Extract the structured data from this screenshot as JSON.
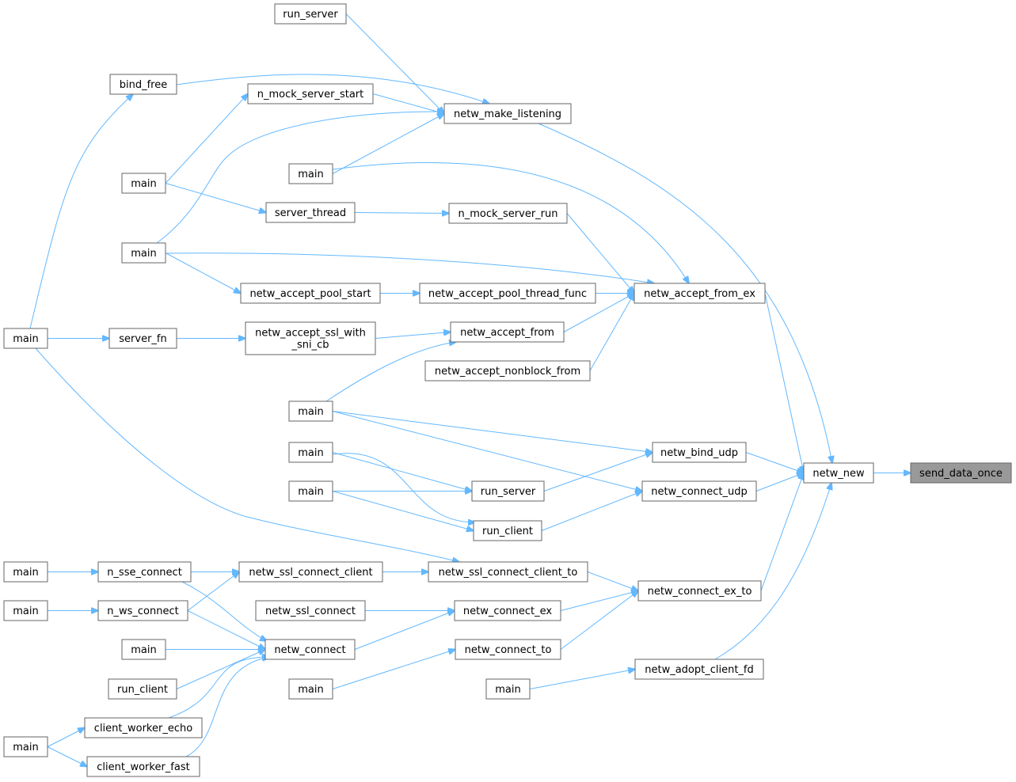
{
  "diagram": {
    "focus_function": "send_data_once",
    "nodes": [
      {
        "id": "send_data_once",
        "lines": [
          "send_data_once"
        ],
        "focus": true
      },
      {
        "id": "netw_new",
        "lines": [
          "netw_new"
        ]
      },
      {
        "id": "netw_make_listening",
        "lines": [
          "netw_make_listening"
        ]
      },
      {
        "id": "netw_accept_from_ex",
        "lines": [
          "netw_accept_from_ex"
        ]
      },
      {
        "id": "netw_bind_udp",
        "lines": [
          "netw_bind_udp"
        ]
      },
      {
        "id": "netw_connect_udp",
        "lines": [
          "netw_connect_udp"
        ]
      },
      {
        "id": "netw_connect_ex_to",
        "lines": [
          "netw_connect_ex_to"
        ]
      },
      {
        "id": "netw_adopt_client_fd",
        "lines": [
          "netw_adopt_client_fd"
        ]
      },
      {
        "id": "run_server_top",
        "lines": [
          "run_server"
        ]
      },
      {
        "id": "n_mock_server_start",
        "lines": [
          "n_mock_server_start"
        ]
      },
      {
        "id": "main_r1",
        "lines": [
          "main"
        ]
      },
      {
        "id": "server_thread",
        "lines": [
          "server_thread"
        ]
      },
      {
        "id": "n_mock_server_run",
        "lines": [
          "n_mock_server_run"
        ]
      },
      {
        "id": "netw_accept_pool_start",
        "lines": [
          "netw_accept_pool_start"
        ]
      },
      {
        "id": "netw_accept_pool_thread_func",
        "lines": [
          "netw_accept_pool_thread_func"
        ]
      },
      {
        "id": "netw_accept_ssl_with_sni_cb",
        "lines": [
          "netw_accept_ssl_with",
          "_sni_cb"
        ]
      },
      {
        "id": "netw_accept_from",
        "lines": [
          "netw_accept_from"
        ]
      },
      {
        "id": "netw_accept_nonblock_from",
        "lines": [
          "netw_accept_nonblock_from"
        ]
      },
      {
        "id": "main_r2",
        "lines": [
          "main"
        ]
      },
      {
        "id": "main_r3",
        "lines": [
          "main"
        ]
      },
      {
        "id": "main_r4",
        "lines": [
          "main"
        ]
      },
      {
        "id": "run_server_mid",
        "lines": [
          "run_server"
        ]
      },
      {
        "id": "run_client_mid",
        "lines": [
          "run_client"
        ]
      },
      {
        "id": "netw_ssl_connect_client_to",
        "lines": [
          "netw_ssl_connect_client_to"
        ]
      },
      {
        "id": "netw_ssl_connect_client",
        "lines": [
          "netw_ssl_connect_client"
        ]
      },
      {
        "id": "netw_ssl_connect",
        "lines": [
          "netw_ssl_connect"
        ]
      },
      {
        "id": "netw_connect_ex",
        "lines": [
          "netw_connect_ex"
        ]
      },
      {
        "id": "netw_connect",
        "lines": [
          "netw_connect"
        ]
      },
      {
        "id": "netw_connect_to",
        "lines": [
          "netw_connect_to"
        ]
      },
      {
        "id": "main_r5",
        "lines": [
          "main"
        ]
      },
      {
        "id": "main_r6",
        "lines": [
          "main"
        ]
      },
      {
        "id": "bind_free",
        "lines": [
          "bind_free"
        ]
      },
      {
        "id": "main_l1",
        "lines": [
          "main"
        ]
      },
      {
        "id": "main_l2",
        "lines": [
          "main"
        ]
      },
      {
        "id": "main_l3",
        "lines": [
          "main"
        ]
      },
      {
        "id": "server_fn",
        "lines": [
          "server_fn"
        ]
      },
      {
        "id": "main_l4",
        "lines": [
          "main"
        ]
      },
      {
        "id": "main_l5",
        "lines": [
          "main"
        ]
      },
      {
        "id": "n_sse_connect",
        "lines": [
          "n_sse_connect"
        ]
      },
      {
        "id": "n_ws_connect",
        "lines": [
          "n_ws_connect"
        ]
      },
      {
        "id": "main_l6",
        "lines": [
          "main"
        ]
      },
      {
        "id": "run_client_left",
        "lines": [
          "run_client"
        ]
      },
      {
        "id": "client_worker_echo",
        "lines": [
          "client_worker_echo"
        ]
      },
      {
        "id": "client_worker_fast",
        "lines": [
          "client_worker_fast"
        ]
      },
      {
        "id": "main_l7",
        "lines": [
          "main"
        ]
      }
    ],
    "edges": [
      [
        "netw_new",
        "send_data_once"
      ],
      [
        "netw_make_listening",
        "netw_new"
      ],
      [
        "netw_accept_from_ex",
        "netw_new"
      ],
      [
        "netw_bind_udp",
        "netw_new"
      ],
      [
        "netw_connect_udp",
        "netw_new"
      ],
      [
        "netw_connect_ex_to",
        "netw_new"
      ],
      [
        "netw_adopt_client_fd",
        "netw_new"
      ],
      [
        "run_server_top",
        "netw_make_listening"
      ],
      [
        "bind_free",
        "netw_make_listening"
      ],
      [
        "n_mock_server_start",
        "netw_make_listening"
      ],
      [
        "main_l2",
        "netw_make_listening"
      ],
      [
        "main_r1",
        "netw_make_listening"
      ],
      [
        "main_r1",
        "netw_accept_from_ex"
      ],
      [
        "n_mock_server_run",
        "netw_accept_from_ex"
      ],
      [
        "main_l2",
        "netw_accept_from_ex"
      ],
      [
        "netw_accept_pool_thread_func",
        "netw_accept_from_ex"
      ],
      [
        "netw_accept_from",
        "netw_accept_from_ex"
      ],
      [
        "netw_accept_nonblock_from",
        "netw_accept_from_ex"
      ],
      [
        "main_l1",
        "n_mock_server_start"
      ],
      [
        "main_l1",
        "server_thread"
      ],
      [
        "server_thread",
        "n_mock_server_run"
      ],
      [
        "main_l2",
        "netw_accept_pool_start"
      ],
      [
        "netw_accept_pool_start",
        "netw_accept_pool_thread_func"
      ],
      [
        "netw_accept_ssl_with_sni_cb",
        "netw_accept_from"
      ],
      [
        "main_r2",
        "netw_accept_from"
      ],
      [
        "server_fn",
        "netw_accept_ssl_with_sni_cb"
      ],
      [
        "main_l3",
        "server_fn"
      ],
      [
        "main_l3",
        "bind_free"
      ],
      [
        "main_l3",
        "netw_ssl_connect_client_to"
      ],
      [
        "main_r2",
        "netw_bind_udp"
      ],
      [
        "main_r2",
        "netw_connect_udp"
      ],
      [
        "run_server_mid",
        "netw_bind_udp"
      ],
      [
        "run_client_mid",
        "netw_connect_udp"
      ],
      [
        "main_r3",
        "run_server_mid"
      ],
      [
        "main_r3",
        "run_client_mid"
      ],
      [
        "main_r4",
        "run_server_mid"
      ],
      [
        "main_r4",
        "run_client_mid"
      ],
      [
        "netw_ssl_connect_client_to",
        "netw_connect_ex_to"
      ],
      [
        "netw_ssl_connect_client",
        "netw_ssl_connect_client_to"
      ],
      [
        "netw_connect_ex",
        "netw_connect_ex_to"
      ],
      [
        "netw_connect_to",
        "netw_connect_ex_to"
      ],
      [
        "netw_ssl_connect",
        "netw_connect_ex"
      ],
      [
        "netw_connect",
        "netw_connect_ex"
      ],
      [
        "main_r5",
        "netw_connect_to"
      ],
      [
        "main_r6",
        "netw_adopt_client_fd"
      ],
      [
        "main_l4",
        "n_sse_connect"
      ],
      [
        "n_sse_connect",
        "netw_ssl_connect_client"
      ],
      [
        "main_l5",
        "n_ws_connect"
      ],
      [
        "n_ws_connect",
        "netw_ssl_connect_client"
      ],
      [
        "n_sse_connect",
        "netw_connect"
      ],
      [
        "n_ws_connect",
        "netw_connect"
      ],
      [
        "main_l6",
        "netw_connect"
      ],
      [
        "run_client_left",
        "netw_connect"
      ],
      [
        "client_worker_echo",
        "netw_connect"
      ],
      [
        "client_worker_fast",
        "netw_connect"
      ],
      [
        "main_l7",
        "client_worker_echo"
      ],
      [
        "main_l7",
        "client_worker_fast"
      ]
    ]
  },
  "colors": {
    "edge": "#63b8ff",
    "node_border": "#666666",
    "focus_fill": "#999999",
    "node_fill": "#ffffff"
  }
}
